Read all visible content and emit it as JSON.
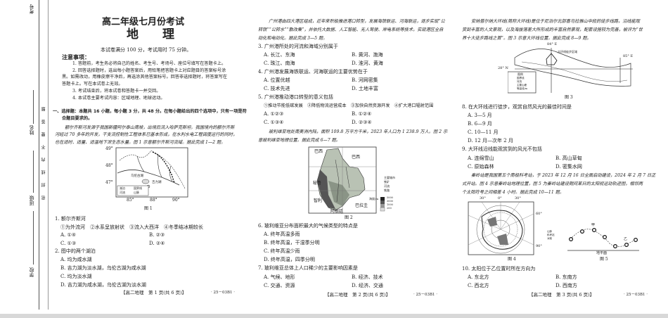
{
  "binding_margin": {
    "labels": [
      "考号",
      "姓名",
      "班级",
      "学校"
    ],
    "seal_text": "密封线内不要答题"
  },
  "page1": {
    "title": "高二年级七月份考试",
    "subject": "地　　理",
    "exam_info": "本试卷满分 100 分，考试用时 75 分钟。",
    "notice_heading": "注意事项：",
    "notices": [
      "1. 答题前，考生务必将自己的姓名、考生号、考场号、座位号填写在答题卡上。",
      "2. 回答选择题时，选出每小题答案后，用铅笔把答题卡上对应题目的答案标号涂",
      "黑。如需改动，用橡皮擦干净后，再选涂其他答案标号。回答非选择题时，将答案写在",
      "答题卡上。写在本试卷上无效。",
      "3. 考试结束后，将本试卷和答题卡一并交回。",
      "4. 本试卷主要考试内容：区域地理、地球运动。"
    ],
    "section_heading": [
      "一、选择题：本题共 16 小题，每小题 3 分，共 48 分。在每小题给出的四个选项中，只有一项是符",
      "合题目要求的。"
    ],
    "passage": [
      "额尔齐斯河发源于我国新疆阿尔泰山南坡，出境后流入哈萨克斯坦。我国境内的额尔齐斯",
      "河经过 70 多年的开发，干支流控制性工程体系已基本形成，在水利水电工程调度运行的同时，",
      "也在适时、适量、适温地下泄生态水量。图 1 示意额尔齐斯河流域。据此完成 1—2 题。"
    ],
    "figure1": {
      "caption": "图 1",
      "lat_labels": [
        "49°",
        "48°",
        "47°"
      ],
      "lon_labels": [
        "85°",
        "88°",
        "90°"
      ],
      "places": [
        "乌伦古湖",
        "吉力湖"
      ],
      "legend": [
        "湖泊",
        "国界线",
        "河流",
        "山脉"
      ]
    },
    "q1": {
      "stem": "1. 额尔齐斯河",
      "statements": "①为外流河　②水系呈放射状　③流入大西洋　④冬季结冰期较长",
      "options": [
        "A. ①④",
        "B. ②③",
        "C. ①③",
        "D. ②④"
      ]
    },
    "q2": {
      "stem": "2. 图中的两个湖泊",
      "options": [
        "A. 均为咸水湖",
        "B. 吉力湖为淡水湖，乌伦古湖为咸水湖",
        "C. 均为淡水湖",
        "D. 吉力湖为咸水湖，乌伦古湖为淡水湖"
      ]
    },
    "footer": "【高二地理　第 1 页(共 6 页)】",
    "code": "· 25－03B1 ·"
  },
  "page2": {
    "passage1": [
      "广州港由四大港区组成，近年来积极推进港口转型，发展海铁联运、河海联运，逐步实现“公",
      "转铁”“公转水”“散改集”，并依托大数据、人工智能、无人驾驶、岸电系统等技术，实现港区全自",
      "动化和电动化。据此完成 3—5 题。"
    ],
    "q3": {
      "stem": "3. 广州港所处的河流和海域分别属于",
      "options": [
        "A. 长江、东海",
        "B. 黄河、渤海",
        "C. 珠江、南海",
        "D. 淮河、黄海"
      ]
    },
    "q4": {
      "stem": "4. 广州港发展海铁联运、河海联运的主要优势在于",
      "options": [
        "A. 位置优越",
        "B. 河网密集",
        "C. 技术先进",
        "D. 土地丰富"
      ]
    },
    "q5": {
      "stem": "5. 广州港推动港口转型的意义包括",
      "statements": "①推动节能低碳发展　②降低物流运营成本　③加快自然资源开发　④扩大港口辐射范围",
      "options": [
        "A. ①②③",
        "B. ①②④",
        "C. ①③④",
        "D. ②③④"
      ]
    },
    "passage2": [
      "玻利维亚地处南美洲内陆，面积 109.8 万平方千米，2023 年人口为 1 238.9 万人。图 2 示",
      "意玻利维亚地理位置。据此完成 6—7 题。"
    ],
    "figure2": {
      "caption": "图 2",
      "countries": [
        "巴西",
        "巴西",
        "秘鲁",
        "智利",
        "巴拉圭",
        "阿根廷"
      ],
      "legend": [
        "主要城市",
        "铁矿",
        "河流",
        "铁路"
      ],
      "elevation_title": "海拔/m",
      "elevation_levels": [
        "5000",
        "3000",
        "1000",
        "200"
      ]
    },
    "q6": {
      "stem": "6. 玻利维亚分布面积最大的气候类型的特点是",
      "options": [
        "A. 终年高温多雨",
        "B. 终年高温，干湿季分明",
        "C. 终年高温少雨",
        "D. 终年高温，四季分明"
      ]
    },
    "q7": {
      "stem": "7. 玻利维亚总体上人口稀少的主要影响因素是",
      "options": [
        "A. 气候、地形",
        "B. 经济、技术",
        "C. 交通、资源",
        "D. 经济、交通"
      ]
    },
    "footer": "【高二地理　第 2 页(共 6 页)】",
    "code": "· 25－03B1 ·"
  },
  "page3": {
    "passage1": [
      "安纳普尔纳大环线(简称大环线)是位于尼泊尔北部喜马拉雅山中段的徒步线路，沿线能观",
      "赏到丰富的人文景观，以及海拔落差大所形成的丰富自然景观，配套设施较为完善，被评为“世",
      "界十大徒步路线之首”。图 3 示意大环线位置。据此完成 8—9 题。"
    ],
    "figure3": {
      "caption": "图 3",
      "labels": [
        "84° E",
        "85° E",
        "28° N",
        "大环线徒步区域"
      ],
      "legend_title": "图例",
      "legend": [
        "国界线",
        "河流",
        "主要山峰",
        "等高线/m"
      ]
    },
    "q8": {
      "stem": "8. 在大环线进行徒步，观赏自然风光的最佳时间是",
      "options": [
        "A. 3—5 月",
        "B. 6—9 月",
        "C. 10—11 月",
        "D. 12 月—次年 2 月"
      ]
    },
    "q9": {
      "stem": "9. 大环线沿线能观赏到的风光不包括",
      "options": [
        "A. 连绵雪山",
        "B. 高山草甸",
        "C. 原始森林",
        "D. 密集水网"
      ]
    },
    "passage2": [
      "秦岭站是我国第五个南极科考站，于 2023 年 12 月 16 日全面启动建设，2024 年 2 月 7 日正",
      "式开站。图 4 示意秦岭站地理位置，图 5 为秦岭站建设期间某日的太阳视运动轨迹图，相邻两",
      "个太阳符号之间相差 4 小时。据此完成 10—11 题。"
    ],
    "figure4": {
      "caption": "图 4",
      "lon_labels": [
        "30°",
        "0°",
        "30°",
        "60°",
        "90°"
      ],
      "legend": [
        "山脉",
        "科考站",
        "冰架"
      ]
    },
    "figure5": {
      "caption": "图 5",
      "labels": [
        "甲",
        "乙"
      ],
      "horizon": "地平面"
    },
    "q10": {
      "stem": "10. 太阳位于乙位置时所在方向为",
      "options": [
        "A. 东北方",
        "B. 东南方",
        "C. 西北方",
        "D. 西南方"
      ]
    },
    "footer": "【高二地理　第 3 页(共 6 页)】",
    "code": "· 25－03B1 ·"
  }
}
